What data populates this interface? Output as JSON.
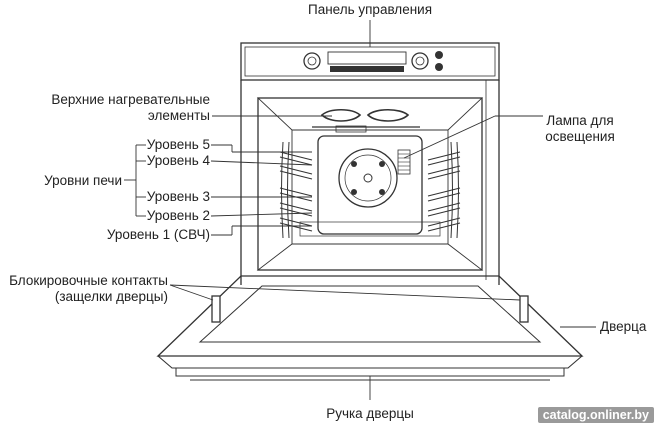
{
  "labels": {
    "control_panel": "Панель управления",
    "upper_heaters_line1": "Верхние нагревательные",
    "upper_heaters_line2": "элементы",
    "lamp_line1": "Лампа для",
    "lamp_line2": "освещения",
    "level5": "Уровень 5",
    "level4": "Уровень 4",
    "oven_levels": "Уровни печи",
    "level3": "Уровень 3",
    "level2": "Уровень 2",
    "level1": "Уровень 1 (СВЧ)",
    "lock_line1": "Блокировочные контакты",
    "lock_line2": "(защелки дверцы)",
    "door": "Дверца",
    "door_handle": "Ручка дверцы"
  },
  "watermark": "catalog.onliner.by"
}
